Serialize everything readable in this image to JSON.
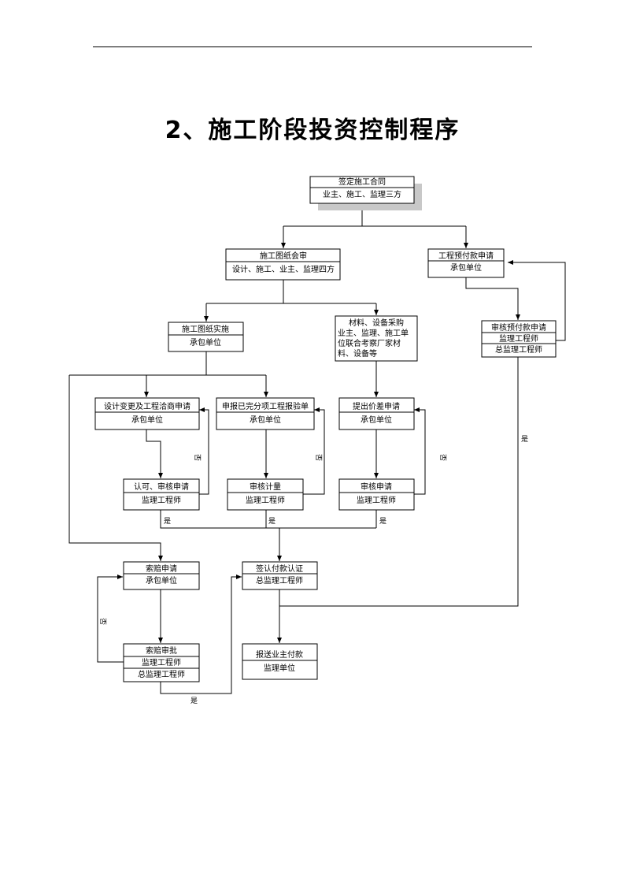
{
  "title": "2、施工阶段投资控制程序",
  "boxes": {
    "contract": {
      "line1": "签定施工合同",
      "line2": "业主、施工、监理三方"
    },
    "drawing_review": {
      "line1": "施工图纸会审",
      "line2": "设计、施工、业主、监理四方"
    },
    "prepayment_apply": {
      "line1": "工程预付款申请",
      "line2": "承包单位"
    },
    "drawing_implement": {
      "line1": "施工图纸实施",
      "line2": "承包单位"
    },
    "material_purchase": {
      "line1": "材料、设备采购",
      "line2": "业主、监理、施工单",
      "line3": "位联合考察厂家材",
      "line4": "料、设备等"
    },
    "prepayment_review": {
      "line1": "审核预付款申请",
      "line2": "监理工程师",
      "line3": "总监理工程师"
    },
    "design_change": {
      "line1": "设计变更及工程洽商申请",
      "line2": "承包单位"
    },
    "completed_report": {
      "line1": "申报已完分项工程报验单",
      "line2": "承包单位"
    },
    "price_difference": {
      "line1": "提出价差申请",
      "line2": "承包单位"
    },
    "approve_review": {
      "line1": "认可、审核申请",
      "line2": "监理工程师"
    },
    "review_measure": {
      "line1": "审核计量",
      "line2": "监理工程师"
    },
    "review_apply": {
      "line1": "审核申请",
      "line2": "监理工程师"
    },
    "claim_apply": {
      "line1": "索赔申请",
      "line2": "承包单位"
    },
    "sign_payment": {
      "line1": "签认付款认证",
      "line2": "总监理工程师"
    },
    "claim_approve": {
      "line1": "索赔审批",
      "line2": "监理工程师",
      "line3": "总监理工程师"
    },
    "report_owner": {
      "line1": "报送业主付款",
      "line2": "监理单位"
    }
  },
  "labels": {
    "yes": "是",
    "no": "否"
  }
}
